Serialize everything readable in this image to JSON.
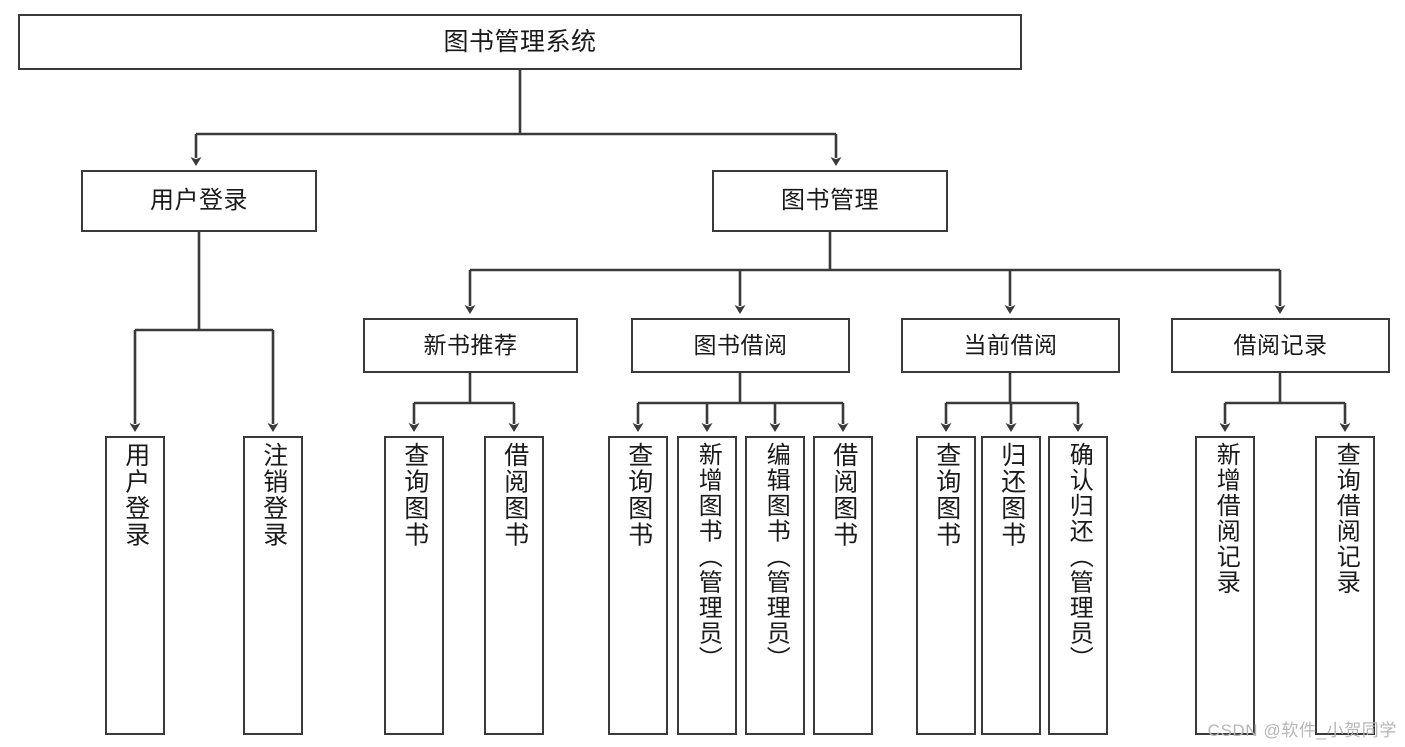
{
  "diagram": {
    "type": "tree-hierarchy",
    "title": "图书管理系统",
    "background_color": "#ffffff",
    "line_color": "#3a3a3a",
    "text_color": "#1a1a1a",
    "watermark": "CSDN @软件_小贺同学",
    "nodes": {
      "root": {
        "label": "图书管理系统",
        "level": 1
      },
      "n_user_login": {
        "label": "用户登录",
        "level": 2
      },
      "n_book_mgmt": {
        "label": "图书管理",
        "level": 2
      },
      "n_new_book_rec": {
        "label": "新书推荐",
        "level": 3
      },
      "n_book_borrow": {
        "label": "图书借阅",
        "level": 3
      },
      "n_current_borrow": {
        "label": "当前借阅",
        "level": 3
      },
      "n_borrow_record": {
        "label": "借阅记录",
        "level": 3
      },
      "leaf_user_login": {
        "label": "用户登录",
        "level": 4
      },
      "leaf_logout": {
        "label": "注销登录",
        "level": 4
      },
      "leaf_query_book_1": {
        "label": "查询图书",
        "level": 4
      },
      "leaf_borrow_book_1": {
        "label": "借阅图书",
        "level": 4
      },
      "leaf_query_book_2": {
        "label": "查询图书",
        "level": 4
      },
      "leaf_add_book": {
        "label": "新增图书（管理员）",
        "level": 4
      },
      "leaf_edit_book": {
        "label": "编辑图书（管理员）",
        "level": 4
      },
      "leaf_borrow_book_2": {
        "label": "借阅图书",
        "level": 4
      },
      "leaf_query_book_3": {
        "label": "查询图书",
        "level": 4
      },
      "leaf_return_book": {
        "label": "归还图书",
        "level": 4
      },
      "leaf_confirm_return": {
        "label": "确认归还（管理员）",
        "level": 4
      },
      "leaf_add_record": {
        "label": "新增借阅记录",
        "level": 4
      },
      "leaf_query_record": {
        "label": "查询借阅记录",
        "level": 4
      }
    }
  }
}
